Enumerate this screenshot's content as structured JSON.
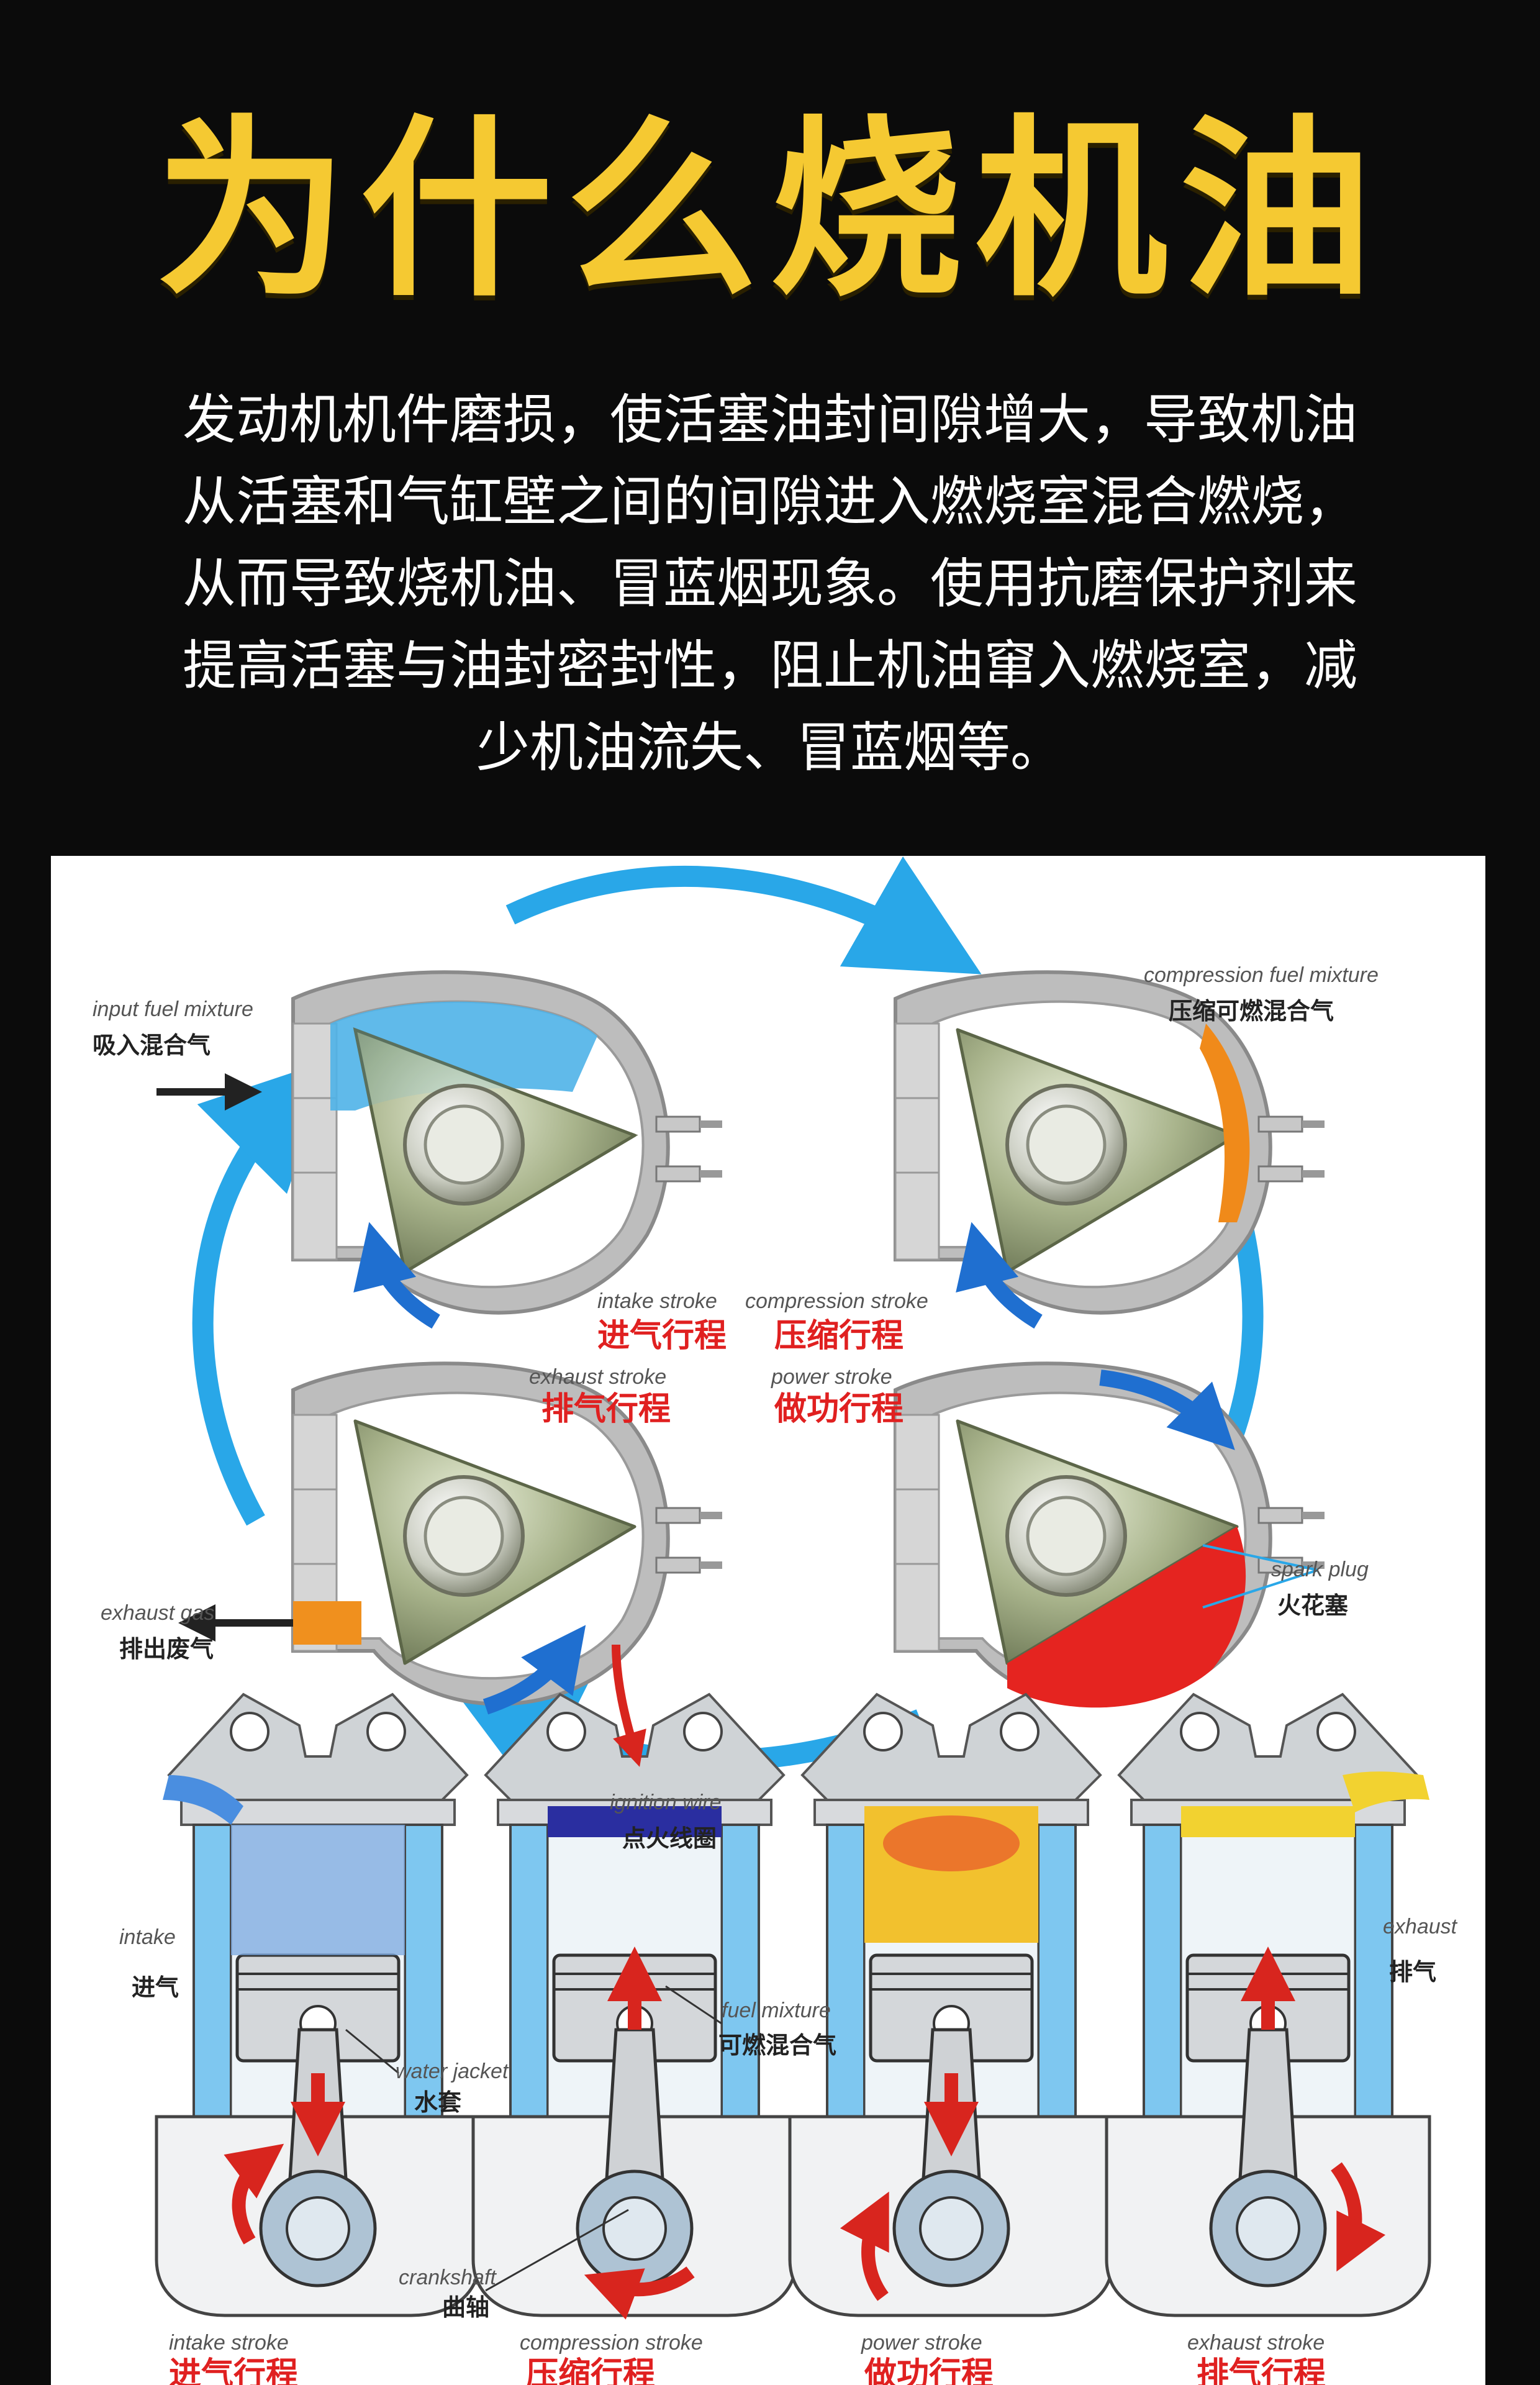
{
  "title": "为什么烧机油",
  "intro": {
    "lines": [
      "发动机机件磨损，使活塞油封间隙增大，导致机油",
      "从活塞和气缸壁之间的间隙进入燃烧室混合燃烧，",
      "从而导致烧机油、冒蓝烟现象。使用抗磨保护剂来",
      "提高活塞与油封密封性，阻止机油窜入燃烧室，减",
      "少机油流失、冒蓝烟等。"
    ]
  },
  "rotary": {
    "input_fuel_en": "input fuel mixture",
    "input_fuel_cn": "吸入混合气",
    "compression_fuel_en": "compression fuel mixture",
    "compression_fuel_cn": "压缩可燃混合气",
    "intake_en": "intake stroke",
    "intake_cn": "进气行程",
    "compression_en": "compression stroke",
    "compression_cn": "压缩行程",
    "exhaust_en": "exhaust stroke",
    "exhaust_cn": "排气行程",
    "power_en": "power stroke",
    "power_cn": "做功行程",
    "exhaust_gas_en": "exhaust gas",
    "exhaust_gas_cn": "排出废气",
    "spark_plug_en": "spark plug",
    "spark_plug_cn": "火花塞"
  },
  "piston": {
    "ignition_en": "ignition wire",
    "ignition_cn": "点火线圈",
    "intake_en": "intake",
    "intake_cn": "进气",
    "exhaust_en": "exhaust",
    "exhaust_cn": "排气",
    "fuel_mixture_en": "fuel mixture",
    "fuel_mixture_cn": "可燃混合气",
    "water_jacket_en": "water jacket",
    "water_jacket_cn": "水套",
    "crankshaft_en": "crankshaft",
    "crankshaft_cn": "曲轴",
    "strokes": [
      {
        "en": "intake stroke",
        "cn": "进气行程"
      },
      {
        "en": "compression stroke",
        "cn": "压缩行程"
      },
      {
        "en": "power stroke",
        "cn": "做功行程"
      },
      {
        "en": "exhaust stroke",
        "cn": "排气行程"
      }
    ]
  },
  "colors": {
    "title": "#f5c932",
    "cycle_arrow": "#29a7e8",
    "intake_mix": "#4fb3e8",
    "compression_mix": "#f08a1a",
    "power_burn": "#e52420",
    "exhaust_gas": "#f0901e",
    "housing": "#9a9a9a"
  }
}
